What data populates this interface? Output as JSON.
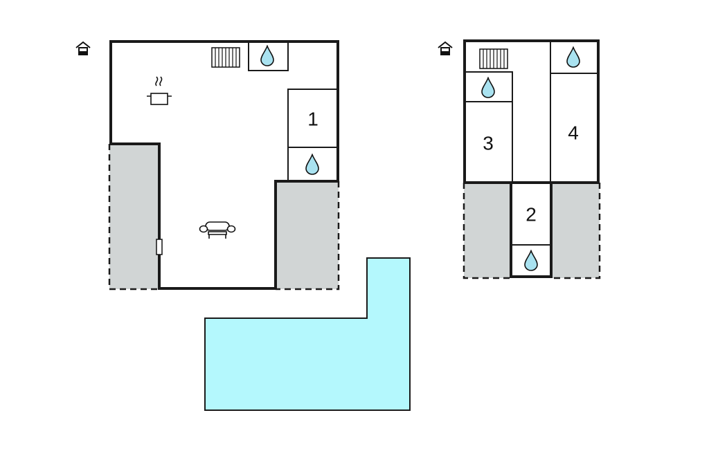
{
  "colors": {
    "wall": "#1a1a1a",
    "terrace": "#d1d5d5",
    "pool": "#b4f8fd",
    "water_drop": "#a9e2f0",
    "background": "#ffffff"
  },
  "ground_floor": {
    "level_icon": "house-level-icon",
    "rooms": [
      {
        "label": "1"
      }
    ],
    "symbols": [
      "radiator-icon",
      "water-drop-icon",
      "water-drop-icon",
      "cooking-pot-icon",
      "sofa-icon",
      "door-icon"
    ]
  },
  "upper_floor": {
    "level_icon": "house-level-icon",
    "rooms": [
      {
        "label": "2"
      },
      {
        "label": "3"
      },
      {
        "label": "4"
      }
    ],
    "symbols": [
      "radiator-icon",
      "water-drop-icon",
      "water-drop-icon",
      "water-drop-icon"
    ]
  },
  "pool": {
    "icon": "swimming-pool-shape"
  }
}
